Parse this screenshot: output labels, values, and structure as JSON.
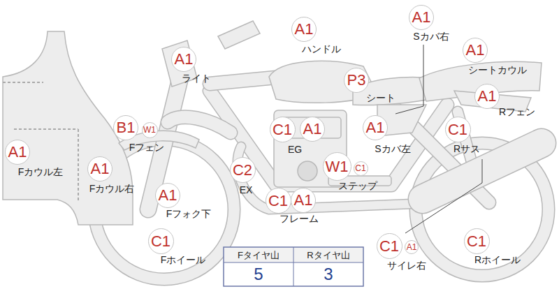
{
  "diagram": {
    "nodes": [
      {
        "text": [
          "A1"
        ]
      },
      {
        "text": [
          "A1"
        ]
      },
      {
        "text": [
          "A1"
        ]
      },
      {
        "text": [
          "A1"
        ]
      },
      {
        "text": [
          "P3"
        ]
      },
      {
        "text": [
          "A1"
        ]
      },
      {
        "text": [
          "B1"
        ]
      },
      {
        "text": [
          "W1"
        ]
      },
      {
        "text": [
          "C1"
        ]
      },
      {
        "text": [
          "A1"
        ]
      },
      {
        "text": [
          "A1"
        ]
      },
      {
        "text": [
          "C1"
        ]
      },
      {
        "text": [
          "A1"
        ]
      },
      {
        "text": [
          "W1"
        ]
      },
      {
        "text": [
          "C1"
        ]
      },
      {
        "text": [
          "C2"
        ]
      },
      {
        "text": [
          "A1"
        ]
      },
      {
        "text": [
          "A1"
        ]
      },
      {
        "text": [
          "C1"
        ]
      },
      {
        "text": [
          "A1"
        ]
      },
      {
        "text": [
          "C1"
        ]
      },
      {
        "text": [
          "C1"
        ]
      },
      {
        "text": [
          "C1"
        ]
      },
      {
        "text": [
          "A1"
        ]
      }
    ],
    "labels": [
      "Sカバ右",
      "ハンドル",
      "シートカウル",
      "ライト",
      "シート",
      "Rフェン",
      "Fフェン",
      "EG",
      "Sカバ左",
      "Rサス",
      "Fカウル左",
      "Fカウル右",
      "EX",
      "ステップ",
      "Fフォク下",
      "フレーム",
      "Fホイール",
      "サイレ右",
      "Rホイール",
      "Fタイヤ山",
      "Rタイヤ山",
      "5",
      "3"
    ]
  }
}
